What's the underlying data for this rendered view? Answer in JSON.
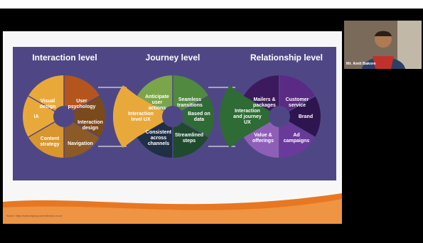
{
  "titles": {
    "interaction": "Interaction level",
    "journey": "Journey level",
    "relationship": "Relationship level"
  },
  "wheel1": {
    "seg_visual": "Visual design",
    "seg_user": "User psychology",
    "seg_interaction": "Interaction design",
    "seg_navigation": "Navigation",
    "seg_content": "Content strategy",
    "seg_ia": "IA"
  },
  "wheel2": {
    "seg_anticipate": "Anticipate user actions",
    "seg_seamless": "Seamless transitions",
    "seg_based": "Based on data",
    "seg_streamlined": "Streamlined steps",
    "seg_consistent": "Consistent across channels",
    "seg_ixux": "Interaction level UX"
  },
  "wheel3": {
    "seg_mailers": "Mailers & packages",
    "seg_customer": "Customer service",
    "seg_brand": "Brand",
    "seg_ad": "Ad campaigns",
    "seg_value": "Value & offerings",
    "seg_ijux": "Interaction and journey UX"
  },
  "source": "Source: https://www.nngroup.com/videos/ux-vs-cx/",
  "video": {
    "participant_name": "Mr. Amit Bakore"
  },
  "colors": {
    "panel": "#4f4785",
    "orange": "#e87722",
    "amber": "#e9a93a",
    "rust": "#b5551e",
    "brown": "#7a4a1c",
    "green_light": "#7ba54a",
    "green_dark": "#1f4a2e",
    "navy": "#1f2f45",
    "purple_dark": "#3d1a5e",
    "purple_light": "#8f5fb8"
  }
}
